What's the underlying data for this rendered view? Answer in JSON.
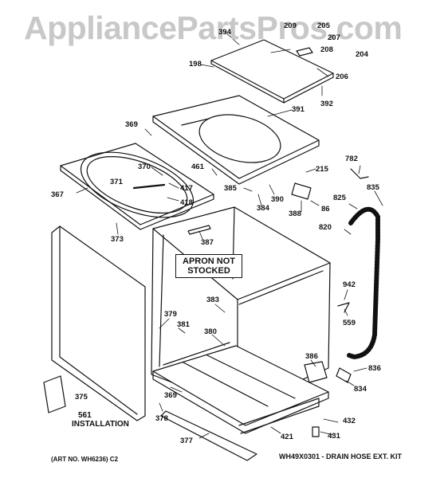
{
  "watermark": "AppliancePartsPros.com",
  "notes": {
    "apron_line1": "APRON NOT",
    "apron_line2": "STOCKED",
    "install_num": "561",
    "install_text": "INSTALLATION",
    "art_no": "(ART NO. WH6236) C2",
    "drain_kit": "WH49X0301 - DRAIN HOSE EXT. KIT"
  },
  "callouts": [
    "394",
    "209",
    "205",
    "207",
    "208",
    "204",
    "198",
    "206",
    "392",
    "391",
    "369",
    "461",
    "215",
    "782",
    "370",
    "371",
    "417",
    "418",
    "367",
    "385",
    "390",
    "384",
    "388",
    "86",
    "825",
    "835",
    "373",
    "387",
    "820",
    "383",
    "942",
    "559",
    "379",
    "381",
    "380",
    "386",
    "836",
    "834",
    "375",
    "369",
    "378",
    "561",
    "432",
    "377",
    "421",
    "431"
  ],
  "colors": {
    "line": "#111111",
    "watermark": "#c8c8c8"
  }
}
